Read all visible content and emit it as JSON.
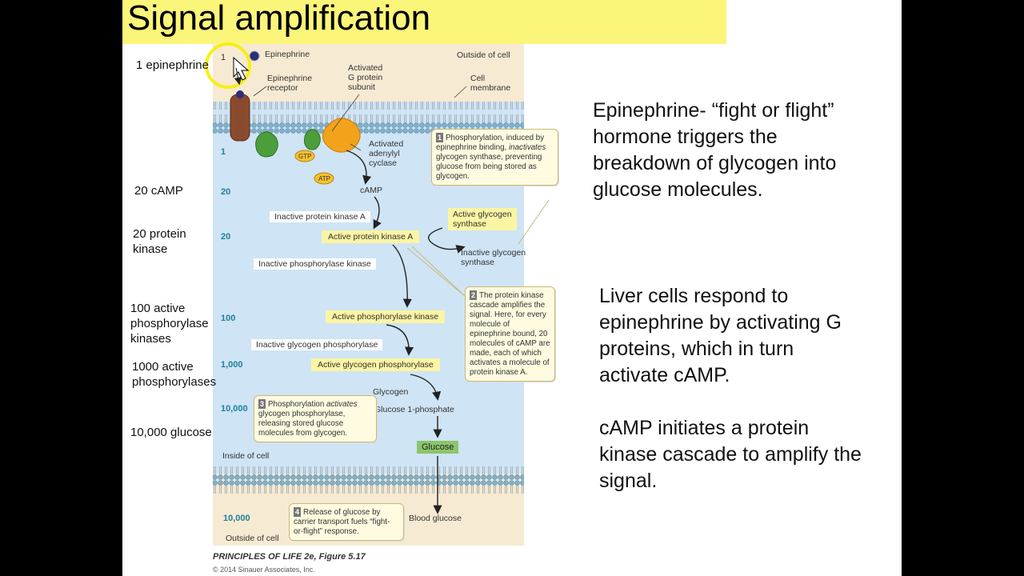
{
  "slide": {
    "title": "Signal amplification",
    "left_labels": [
      "1 epinephrine",
      "20 cAMP",
      "20 protein\nkinase",
      "100 active\nphosphorylase\nkinases",
      "1000 active\nphosphorylases",
      "10,000 glucose"
    ],
    "body_paragraphs": [
      "Epinephrine- “fight or flight” hormone triggers the breakdown of glycogen into glucose molecules.",
      "Liver cells respond to epinephrine by activating G proteins, which in turn activate cAMP.",
      "cAMP initiates a protein kinase cascade to amplify the signal."
    ]
  },
  "figure": {
    "top_labels": {
      "epinephrine": "Epinephrine",
      "outside_cell": "Outside of cell",
      "receptor": "Epinephrine\nreceptor",
      "g_protein": "Activated\nG protein\nsubunit",
      "membrane": "Cell\nmembrane",
      "adenylyl": "Activated\nadenylyl\ncyclase",
      "gtp": "GTP",
      "atp": "ATP"
    },
    "counts": [
      "1",
      "1",
      "20",
      "20",
      "100",
      "1,000",
      "10,000",
      "10,000"
    ],
    "cascade": {
      "camp": "cAMP",
      "inactive_pka": "Inactive protein kinase A",
      "active_pka": "Active protein kinase A",
      "active_gs": "Active glycogen\nsynthase",
      "inactive_gs": "Inactive glycogen\nsynthase",
      "inactive_phk": "Inactive phosphorylase kinase",
      "active_phk": "Active phosphorylase kinase",
      "inactive_gp": "Inactive glycogen phosphorylase",
      "active_gp": "Active glycogen phosphorylase",
      "glycogen": "Glycogen",
      "g1p": "Glucose 1-phosphate",
      "glucose": "Glucose",
      "inside_cell": "Inside of cell",
      "outside_cell_bottom": "Outside of cell",
      "blood_glucose": "Blood glucose"
    },
    "callouts": {
      "c1_num": "1",
      "c1_pre": "Phosphorylation, induced by epinephrine binding, ",
      "c1_em": "inactivates",
      "c1_post": " glycogen synthase, preventing glucose from being stored as glycogen.",
      "c2_num": "2",
      "c2_text": "The protein kinase cascade amplifies the signal. Here, for every molecule of epinephrine bound, 20 molecules of cAMP are made, each of which activates a molecule of protein kinase A.",
      "c3_num": "3",
      "c3_pre": "Phosphorylation ",
      "c3_em": "activates",
      "c3_post": " glycogen phosphorylase, releasing stored glucose molecules from glycogen.",
      "c4_num": "4",
      "c4_text": "Release of glucose by carrier transport fuels “fight-or-flight” response."
    },
    "caption": {
      "book": "PRINCIPLES OF LIFE 2e, Figure 5.17",
      "copyright": "© 2014 Sinauer Associates, Inc."
    }
  },
  "colors": {
    "title_bar": "#fbf57a",
    "cell_interior": "#cfe4f5",
    "outside_cell": "#f7ead2",
    "highlight_box": "#fbf5a4",
    "glucose_box": "#8cc56b",
    "count_teal": "#1e7f9a",
    "cursor_circle": "#f6f000"
  }
}
